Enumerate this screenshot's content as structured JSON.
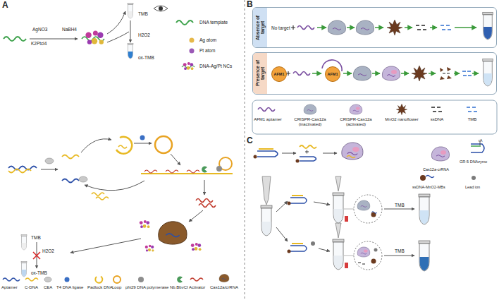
{
  "diagram": {
    "nodes": [
      {
        "text": [
          "Absence of target",
          "No target"
        ]
      },
      {
        "text": [
          "Presence of target"
        ]
      },
      {
        "text": [
          "AFM1"
        ],
        "in": 1
      },
      {
        "text": [
          "AFM1"
        ],
        "in": 1
      }
    ],
    "labels": [
      "A",
      "AgNO3",
      "K2Ptcl4",
      "NaBH4",
      "TMB",
      "H2O2",
      "ox-TMB",
      "TMB",
      "H2O2",
      "ox-TMB",
      "B",
      "C",
      "rA",
      "TMB",
      "TMB"
    ],
    "legend": [
      {
        "text": "DNA template"
      },
      {
        "text": "Ag atom"
      },
      {
        "text": "Pt atom"
      },
      {
        "text": "DNA-Ag/Pt NCs"
      },
      {
        "text": "Aptamer"
      },
      {
        "text": "C-DNA"
      },
      {
        "text": "CEA"
      },
      {
        "text": "T4 DNA ligase"
      },
      {
        "text": "Padlock DNA"
      },
      {
        "text": "Loop"
      },
      {
        "text": "phi29 DNA polymerase"
      },
      {
        "text": "Nb.BbvCI"
      },
      {
        "text": "Activator"
      },
      {
        "text": "Cas12a/crRNA"
      },
      {
        "text": "AFM1 aptamer"
      },
      {
        "text": "CRISPR-Cas12a (inactivated)"
      },
      {
        "text": "CRISPR-Cas12a (activated)"
      },
      {
        "text": "MnO2 nanoflower"
      },
      {
        "text": "ssDNA"
      },
      {
        "text": "TMB"
      },
      {
        "text": "Cas12a-crRNA"
      },
      {
        "text": "GR-5 DNAzyme"
      },
      {
        "text": "ssDNA-MnO2-MBs"
      },
      {
        "text": "Lead ion"
      }
    ]
  }
}
